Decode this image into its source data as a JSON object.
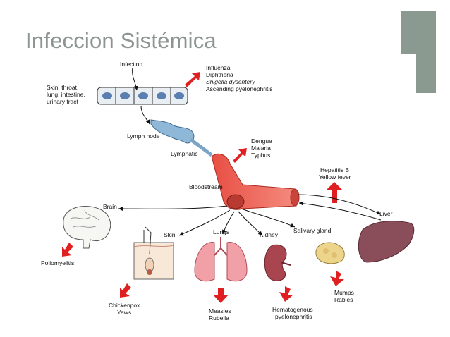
{
  "slide": {
    "title": "Infeccion Sistémica",
    "accent_color": "#8a9a91"
  },
  "diagram": {
    "infection_label": "Infection",
    "entry_sites": [
      "Skin, throat,",
      "lung, intestine,",
      "urinary tract"
    ],
    "local_diseases": [
      "Influenza",
      "Diphtheria",
      "Shigella dysentery",
      "Ascending pyelonephritis"
    ],
    "lymph_node_label": "Lymph node",
    "lymphatic_label": "Lymphatic",
    "lymph_diseases": [
      "Dengue",
      "Malaria",
      "Typhus"
    ],
    "bloodstream_label": "Bloodstream",
    "liver_diseases": [
      "Hepatitis B",
      "Yellow fever"
    ],
    "organs": {
      "brain": "Brain",
      "skin": "Skin",
      "lungs": "Lungs",
      "kidney": "Kidney",
      "salivary": "Salivary gland",
      "liver": "Liver"
    },
    "brain_diseases": [
      "Poliomyelitis"
    ],
    "skin_diseases": [
      "Chickenpox",
      "Yaws"
    ],
    "lung_diseases": [
      "Measles",
      "Rubella"
    ],
    "kidney_diseases": [
      "Hematogenous",
      "pyelonephritis"
    ],
    "salivary_diseases": [
      "Mumps",
      "Rabies"
    ]
  },
  "colors": {
    "arrow_red": "#e02020",
    "vessel_red": "#f26a5c",
    "lymph_blue": "#8fb8d8",
    "liver": "#8a4d5a",
    "lung": "#f2a0a8",
    "kidney": "#a8454f",
    "salivary": "#ecd58a"
  }
}
